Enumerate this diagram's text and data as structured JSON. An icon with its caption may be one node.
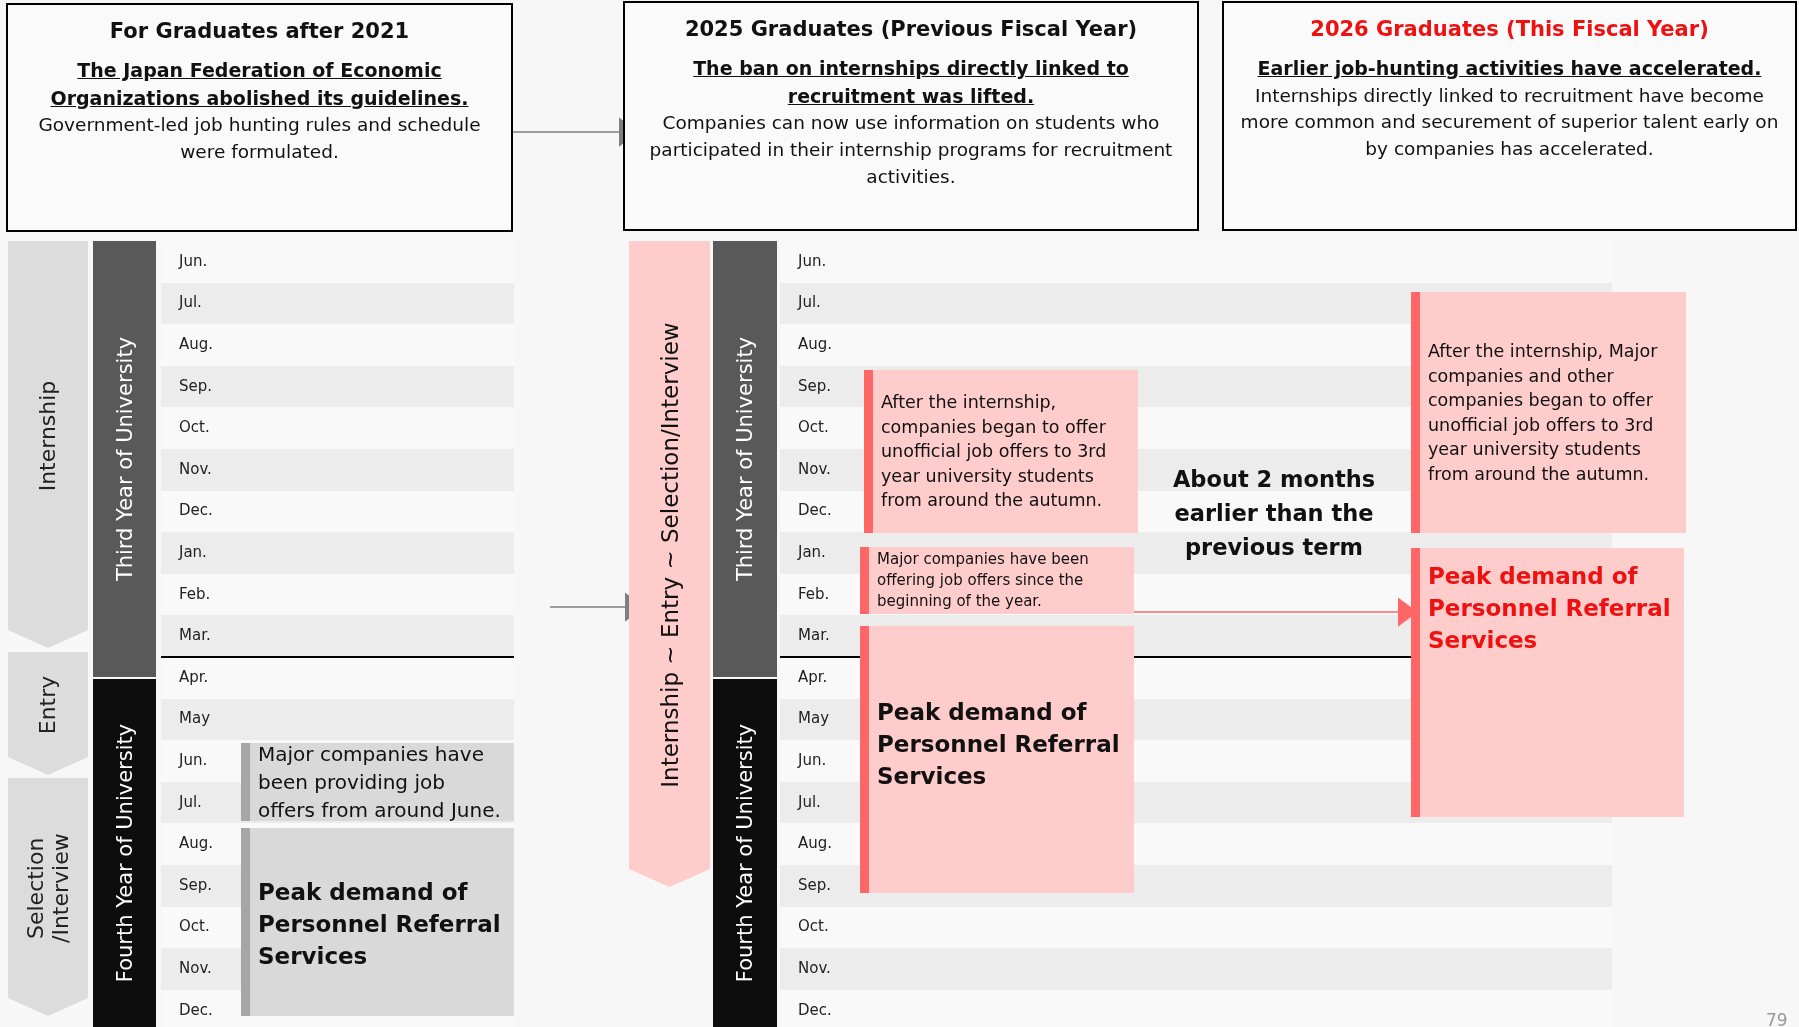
{
  "diagram": {
    "nodes": [
      {
        "text": [
          "For Graduates after 2021",
          "The Japan Federation of Economic Organizations abolished its guidelines.",
          "Government-led job hunting rules and schedule were formulated."
        ]
      },
      {
        "text": [
          "2025 Graduates (Previous Fiscal Year)",
          "The ban on internships directly linked to recruitment was lifted.",
          "Companies can now use information on students who participated in their internship programs for recruitment activities."
        ]
      },
      {
        "text": [
          "2026 Graduates (This Fiscal Year)",
          "Earlier job-hunting activities have accelerated.",
          "Internships directly linked to recruitment have become more common and securement of superior talent early on by companies has accelerated."
        ]
      },
      {
        "text": [
          "Internship"
        ]
      },
      {
        "text": [
          "Entry"
        ]
      },
      {
        "text": [
          "Selection /Interview"
        ]
      },
      {
        "text": [
          "Third Year of University"
        ]
      },
      {
        "text": [
          "Fourth Year of University"
        ]
      },
      {
        "text": [
          "Major companies have been providing job offers from around June."
        ]
      },
      {
        "text": [
          "Peak demand of Personnel Referral Services"
        ]
      },
      {
        "text": [
          "Internship ~ Entry ~ Selection/Interview"
        ]
      },
      {
        "text": [
          "Third Year of University"
        ]
      },
      {
        "text": [
          "Fourth Year of University"
        ]
      },
      {
        "text": [
          "After the internship, companies began to offer unofficial job offers to 3rd year university students from around the autumn."
        ]
      },
      {
        "text": [
          "Major companies have been offering job offers since the beginning of the year."
        ]
      },
      {
        "text": [
          "Peak demand of Personnel Referral Services"
        ]
      },
      {
        "text": [
          "After the internship, Major companies and other companies began to offer unofficial job offers to 3rd year university students from around the autumn."
        ]
      },
      {
        "text": [
          "Peak demand of Personnel Referral Services"
        ]
      },
      {
        "text": [
          "About 2 months earlier than the previous term"
        ]
      }
    ],
    "edges": [
      {
        "from": 0,
        "to": 1,
        "arrow": "to"
      },
      {
        "from": null,
        "to": 10,
        "arrow": "to"
      },
      {
        "from": 15,
        "to": 17,
        "arrow": "to",
        "color": "#ff6666"
      }
    ],
    "labels": [
      "Jun.",
      "Jul.",
      "Aug.",
      "Sep.",
      "Oct.",
      "Nov.",
      "Dec.",
      "Jan.",
      "Feb.",
      "Mar.",
      "Apr.",
      "May",
      "Jun.",
      "Jul.",
      "Aug.",
      "Sep.",
      "Oct.",
      "Nov.",
      "Dec.",
      "Jun.",
      "Jul.",
      "Aug.",
      "Sep.",
      "Oct.",
      "Nov.",
      "Dec.",
      "Jan.",
      "Feb.",
      "Mar.",
      "Apr.",
      "May",
      "Jun.",
      "Jul.",
      "Aug.",
      "Sep.",
      "Oct.",
      "Nov.",
      "Dec.",
      "79"
    ]
  }
}
